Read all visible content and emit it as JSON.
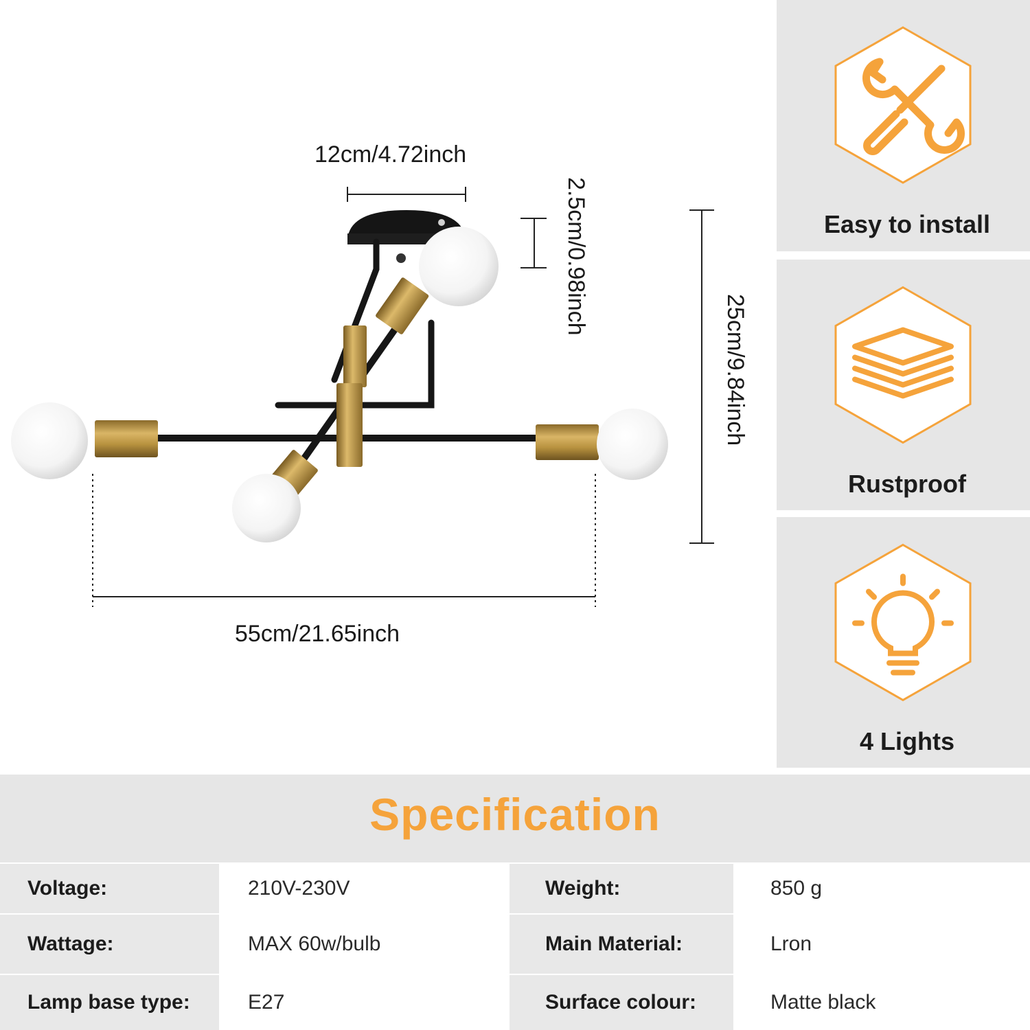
{
  "dimensions": {
    "canopy_width": "12cm/4.72inch",
    "canopy_height": "2.5cm/0.98inch",
    "total_height": "25cm/9.84inch",
    "total_width": "55cm/21.65inch"
  },
  "features": [
    {
      "icon": "tools-icon",
      "label": "Easy to install"
    },
    {
      "icon": "layers-icon",
      "label": "Rustproof"
    },
    {
      "icon": "lightbulb-icon",
      "label": "4 Lights"
    }
  ],
  "specification": {
    "title": "Specification",
    "rows": [
      {
        "key1": "Voltage:",
        "val1": "210V-230V",
        "key2": "Weight:",
        "val2": "850 g"
      },
      {
        "key1": "Wattage:",
        "val1": "MAX 60w/bulb",
        "key2": "Main Material:",
        "val2": "Lron"
      },
      {
        "key1": "Lamp base type:",
        "val1": "E27",
        "key2": "Surface colour:",
        "val2": "Matte black"
      }
    ]
  },
  "colors": {
    "accent": "#f5a33b",
    "panel": "#e6e6e6",
    "brass": "#b8923f",
    "arm": "#1a1a1a"
  }
}
